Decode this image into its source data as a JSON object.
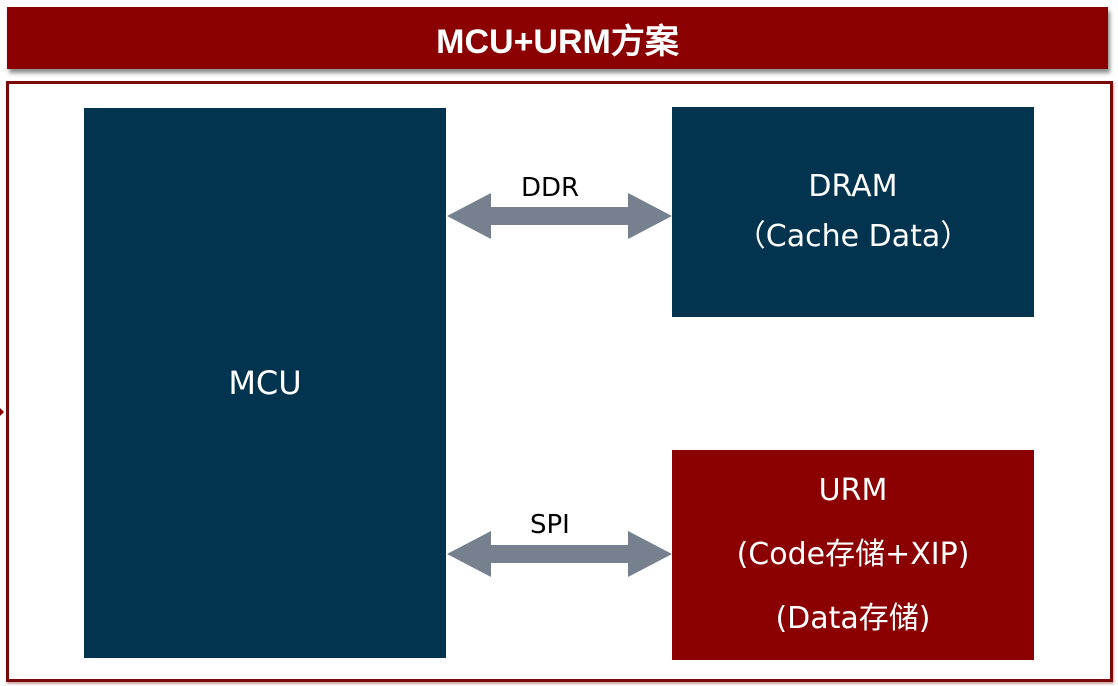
{
  "title": "MCU+URM方案",
  "colors": {
    "title_bg": "#8b0000",
    "frame_border": "#7a0a0a",
    "mcu_block": "#02344f",
    "dram_block": "#02344f",
    "urm_block": "#8b0000",
    "arrow": "#76808f"
  },
  "blocks": {
    "mcu": {
      "label": "MCU"
    },
    "dram": {
      "line1": "DRAM",
      "line2": "（Cache Data）"
    },
    "urm": {
      "line1": "URM",
      "line2": "(Code存储+XIP)",
      "line3": "(Data存储)"
    }
  },
  "connections": {
    "ddr": {
      "label": "DDR",
      "from": "MCU",
      "to": "DRAM",
      "direction": "bidirectional",
      "icon": "double-arrow-icon"
    },
    "spi": {
      "label": "SPI",
      "from": "MCU",
      "to": "URM",
      "direction": "bidirectional",
      "icon": "double-arrow-icon"
    }
  }
}
